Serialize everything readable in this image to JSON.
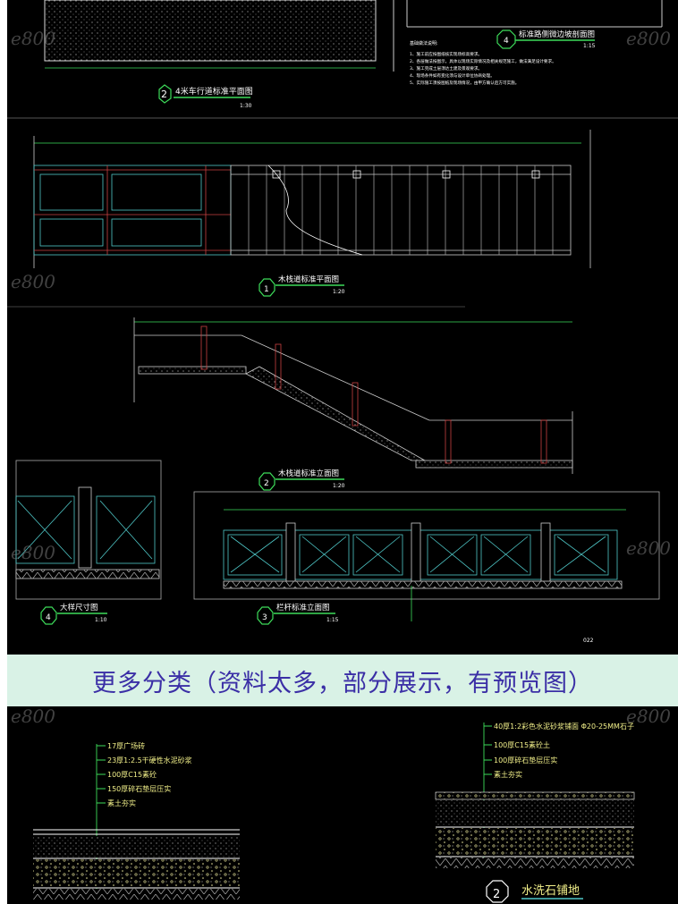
{
  "drawings": {
    "top_plan": {
      "number": "2",
      "title": "4米车行道标准平面图",
      "scale": "1:30"
    },
    "slope_section": {
      "number": "4",
      "title": "标准路侧微边坡剖面图",
      "scale": "1:15",
      "notes_title": "基础做法说明:",
      "notes": [
        "1、施工前应按图纸核实现场标高要求。",
        "2、各层做法按图示，具体以现场实际情况及相关规范施工，做法满足设计要求。",
        "3、施工完成土层须达土建及景观要求。",
        "4、现场条件如有变化须与设计单位协商处理。",
        "5、实际施工须按图纸及现场情况，由甲方确认后方可实施。"
      ]
    },
    "boardwalk_plan": {
      "number": "1",
      "title": "木栈道标准平面图",
      "scale": "1:20"
    },
    "boardwalk_elev": {
      "number": "2",
      "title": "木栈道标准立面图",
      "scale": "1:20"
    },
    "detail": {
      "number": "4",
      "title": "大样尺寸图",
      "scale": "1:10"
    },
    "railing_elev": {
      "number": "3",
      "title": "栏杆标准立面图",
      "scale": "1:15"
    },
    "sheet_number": "022"
  },
  "banner": {
    "text": "更多分类（资料太多，部分展示，有预览图）"
  },
  "bottom": {
    "left_layers": [
      "17厚广场砖",
      "23厚1:2.5干硬性水泥砂浆",
      "100厚C15素砼",
      "150厚碎石垫层压实",
      "素土夯实"
    ],
    "right_layers": [
      "40厚1:2彩色水泥砂浆铺面 Φ20-25MM石子",
      "100厚C15素砼土",
      "100厚碎石垫层压实",
      "素土夯实"
    ],
    "right_title": {
      "number": "2",
      "title": "水洗石铺地"
    }
  },
  "watermark": "e800",
  "colors": {
    "cad_green": "#3ddc5a",
    "cad_cyan": "#4fc8c8",
    "cad_red": "#c84040",
    "banner_bg": "#d9f2e6",
    "banner_text": "#3b2fa6"
  }
}
